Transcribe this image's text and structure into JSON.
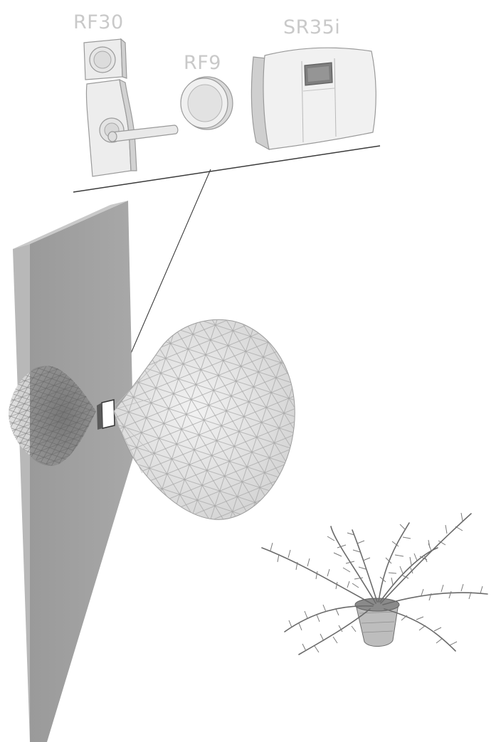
{
  "devices": {
    "rf30": {
      "label": "RF30"
    },
    "rf9": {
      "label": "RF9"
    },
    "sr35i": {
      "label": "SR35i"
    }
  },
  "colors": {
    "label_gray": "#c9c9c9",
    "device_light": "#ececec",
    "device_mid": "#d6d6d6",
    "wall_front": "#9b9b9b",
    "wall_side": "#bdbdbd",
    "lobe_fill": "#e2e2e2",
    "lobe_back": "#7c7c7c",
    "mesh_line": "#b0b0b0",
    "plant_green": "#6f6f6f"
  },
  "icons": [
    "door-handle-reader-icon",
    "round-reader-icon",
    "wall-terminal-icon",
    "potted-fern-icon"
  ]
}
